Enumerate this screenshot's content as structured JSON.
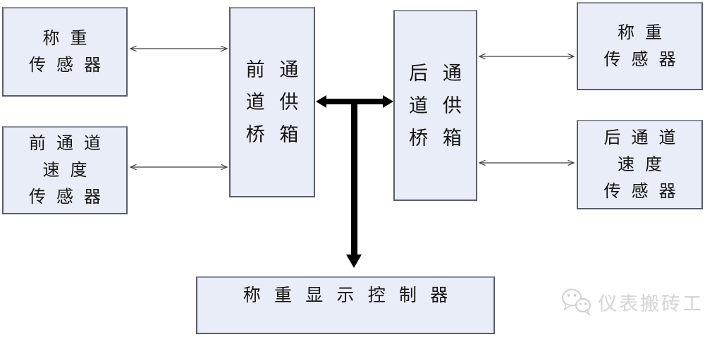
{
  "diagram": {
    "title": "",
    "boxes": {
      "weigh_sensor_left": {
        "lines": [
          "称 重",
          "传 感 器"
        ]
      },
      "speed_sensor_front": {
        "lines": [
          "前 通 道",
          "速 度",
          "传 感 器"
        ]
      },
      "bridge_front": {
        "lines": [
          "前 通",
          "道 供",
          "桥 箱"
        ]
      },
      "bridge_rear": {
        "lines": [
          "后 通",
          "道 供",
          "桥 箱"
        ]
      },
      "weigh_sensor_right": {
        "lines": [
          "称 重",
          "传 感 器"
        ]
      },
      "speed_sensor_rear": {
        "lines": [
          "后 通 道",
          "速 度",
          "传 感 器"
        ]
      },
      "controller": {
        "lines": [
          "称 重 显 示 控 制 器"
        ]
      }
    },
    "connections": [
      {
        "from": "weigh_sensor_left",
        "to": "bridge_front",
        "style": "thin-double"
      },
      {
        "from": "speed_sensor_front",
        "to": "bridge_front",
        "style": "thin-double"
      },
      {
        "from": "bridge_front",
        "to": "bridge_rear",
        "style": "thick-double"
      },
      {
        "from": "bridge_rear",
        "to": "weigh_sensor_right",
        "style": "thin-double"
      },
      {
        "from": "bridge_rear",
        "to": "speed_sensor_rear",
        "style": "thin-double"
      },
      {
        "from": "bridge-junction",
        "to": "controller",
        "style": "thick-down"
      }
    ],
    "colors": {
      "box_fill": "#e9edf7",
      "box_border": "#585d66",
      "thin_arrow": "#3f3f3f",
      "thick_arrow": "#000000",
      "watermark": "#d6d6d6"
    },
    "watermark": {
      "icon": "wechat-icon",
      "text": "仪表搬砖工"
    }
  }
}
